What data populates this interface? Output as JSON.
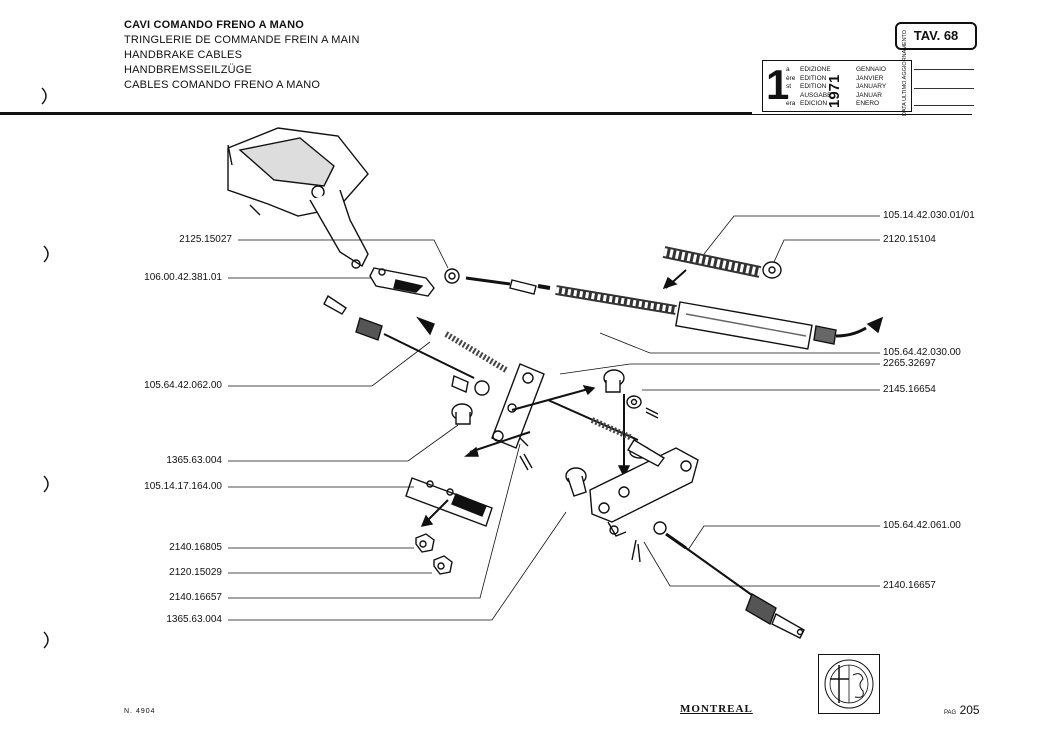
{
  "header": {
    "titles": [
      "CAVI COMANDO FRENO A MANO",
      "TRINGLERIE DE COMMANDE FREIN A MAIN",
      "HANDBRAKE CABLES",
      "HANDBREMSSEILZÜGE",
      "CABLES COMANDO FRENO A MANO"
    ],
    "plate": "TAV. 68"
  },
  "edition_box": {
    "number": "1",
    "ordinals": [
      "a",
      "ère",
      "st",
      "",
      "era"
    ],
    "words": [
      "EDIZIONE",
      "EDITION",
      "EDITION",
      "AUSGABE",
      "EDICION"
    ],
    "year": "1971",
    "months": [
      "GENNAIO",
      "JANVIER",
      "JANUARY",
      "JANUAR",
      "ENERO"
    ],
    "update_label": "DATA ULTIMO AGGIORNAMENTO"
  },
  "left_labels": [
    "2125.15027",
    "106.00.42.381.01",
    "105.64.42.062.00",
    "1365.63.004",
    "105.14.17.164.00",
    "2140.16805",
    "2120.15029",
    "2140.16657",
    "1365.63.004"
  ],
  "right_labels": [
    "105.14.42.030.01/01",
    "2120.15104",
    "105.64.42.030.00",
    "2265.32697",
    "2145.16654",
    "105.64.42.061.00",
    "2140.16657"
  ],
  "footer": {
    "doc_number": "N. 4904",
    "model_logo": "MONTREAL",
    "page_prefix": "PAG",
    "page_number": "205"
  }
}
